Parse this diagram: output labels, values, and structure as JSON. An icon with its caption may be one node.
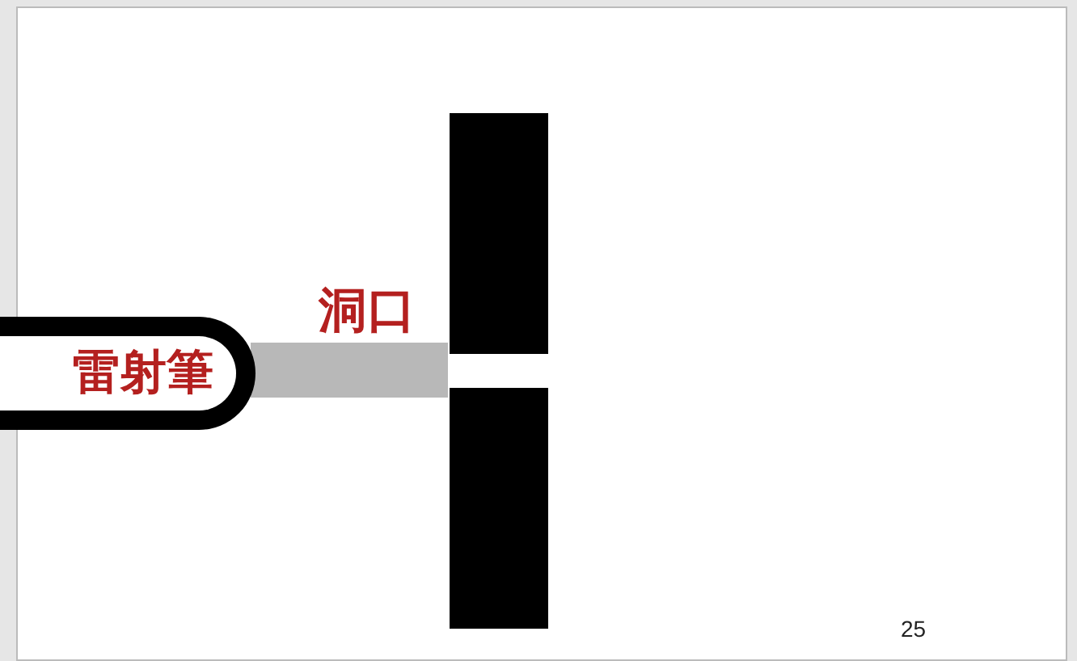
{
  "diagram": {
    "nodes": [
      {
        "text": [
          "雷射筆"
        ]
      }
    ],
    "labels": [
      "洞口",
      "25"
    ]
  }
}
